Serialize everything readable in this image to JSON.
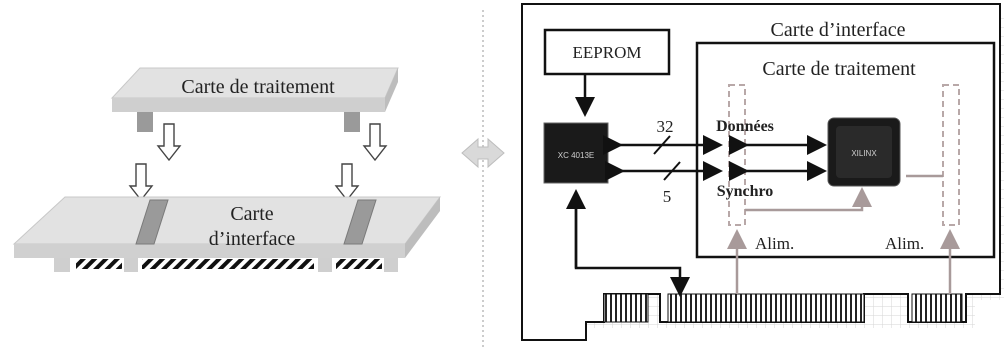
{
  "left_diagram": {
    "top_board_label": "Carte de traitement",
    "bottom_board_label_line1": "Carte",
    "bottom_board_label_line2": "d’interface"
  },
  "right_diagram": {
    "outer_title": "Carte d’interface",
    "inner_title": "Carte de traitement",
    "eeprom_label": "EEPROM",
    "bus_width_data": "32",
    "bus_width_sync": "5",
    "data_label": "Données",
    "sync_label": "Synchro",
    "power_label_left": "Alim.",
    "power_label_right": "Alim.",
    "chip_left_text": "XC 4013E",
    "chip_right_text": "XILINX"
  },
  "colors": {
    "board": "#dedede",
    "board_side": "#b8b8b8",
    "connector": "#8c8c8c",
    "power_line": "#b0a0a0",
    "chip": "#1a1a1a"
  }
}
